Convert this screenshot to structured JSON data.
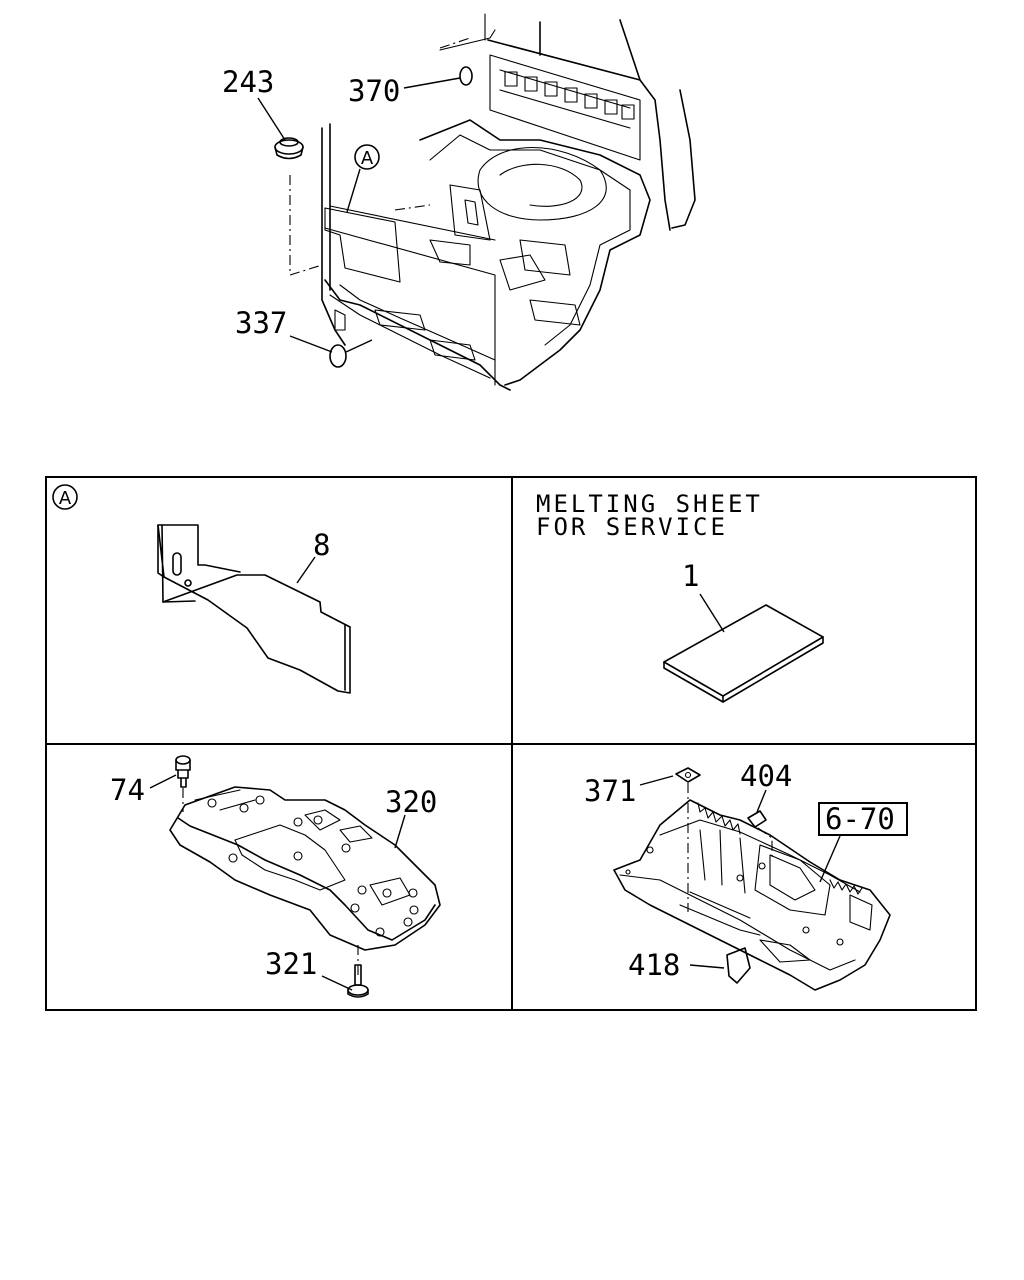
{
  "callouts": {
    "c243": "243",
    "c370": "370",
    "c337": "337",
    "c8": "8",
    "c1": "1",
    "c74": "74",
    "c320": "320",
    "c321": "321",
    "c371": "371",
    "c404": "404",
    "c418": "418"
  },
  "reference": {
    "ref_6_70": "6-70"
  },
  "detail_markers": {
    "top": "A",
    "panel": "A"
  },
  "panels": {
    "service_note_line1": "MELTING SHEET",
    "service_note_line2": "FOR SERVICE"
  }
}
